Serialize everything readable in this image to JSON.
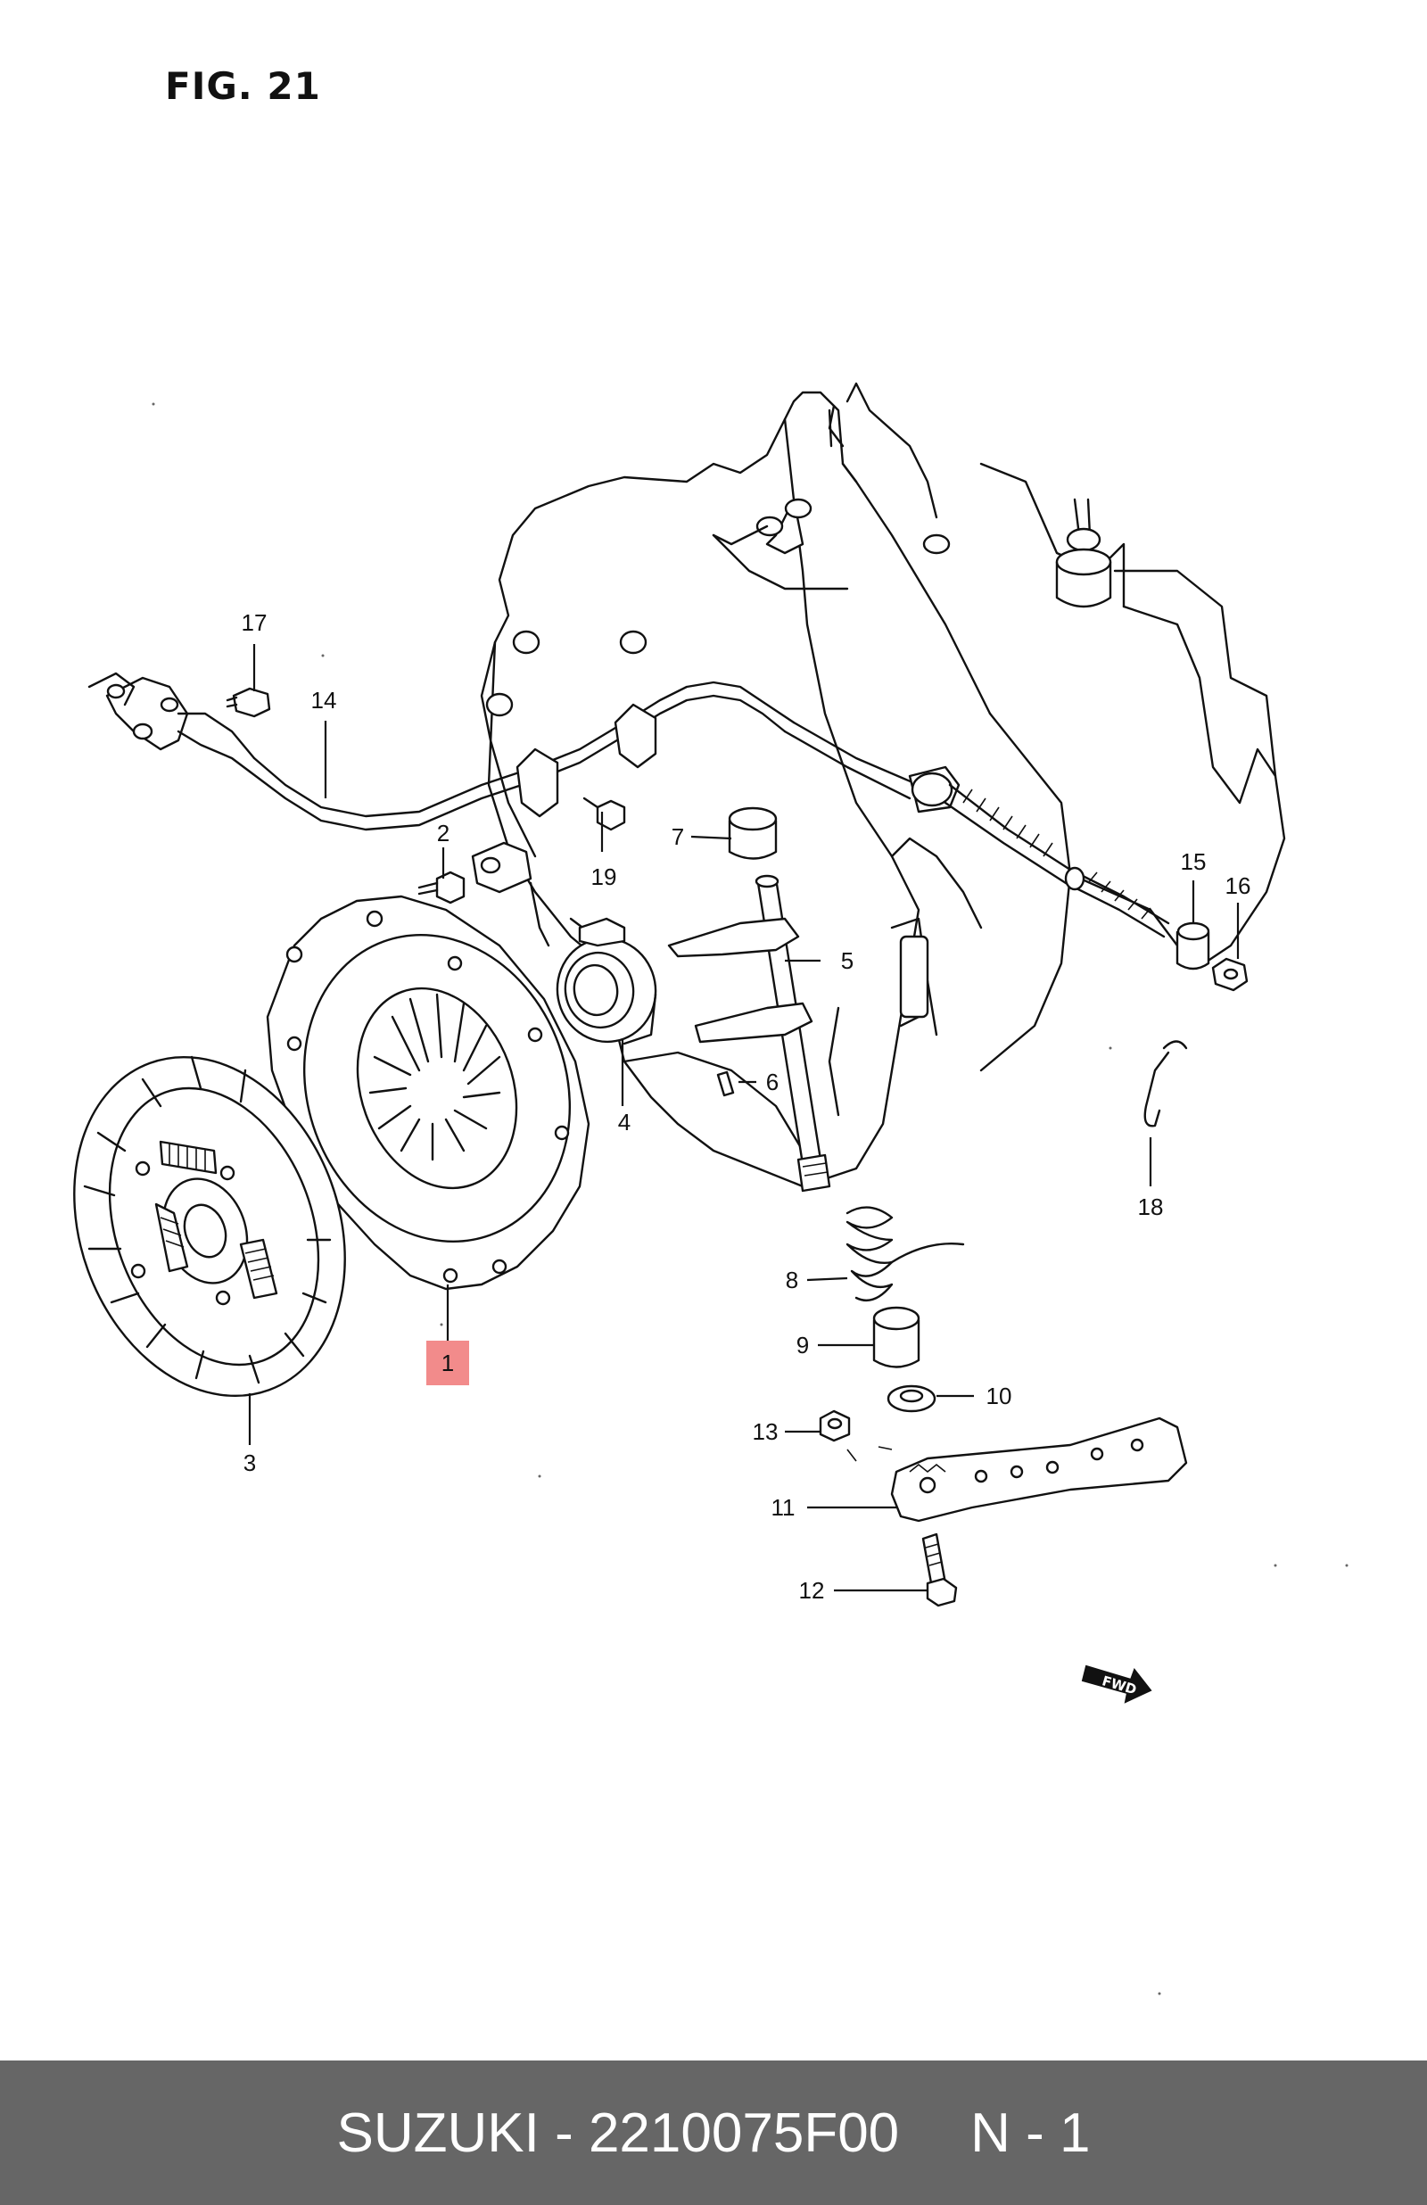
{
  "figure_title": "FIG. 21",
  "callouts": [
    {
      "id": "1",
      "label": "1",
      "highlighted": true
    },
    {
      "id": "2",
      "label": "2"
    },
    {
      "id": "3",
      "label": "3"
    },
    {
      "id": "4",
      "label": "4"
    },
    {
      "id": "5",
      "label": "5"
    },
    {
      "id": "6",
      "label": "6"
    },
    {
      "id": "7",
      "label": "7"
    },
    {
      "id": "8",
      "label": "8"
    },
    {
      "id": "9",
      "label": "9"
    },
    {
      "id": "10",
      "label": "10"
    },
    {
      "id": "11",
      "label": "11"
    },
    {
      "id": "12",
      "label": "12"
    },
    {
      "id": "13",
      "label": "13"
    },
    {
      "id": "14",
      "label": "14"
    },
    {
      "id": "15",
      "label": "15"
    },
    {
      "id": "16",
      "label": "16"
    },
    {
      "id": "17",
      "label": "17"
    },
    {
      "id": "18",
      "label": "18"
    },
    {
      "id": "19",
      "label": "19"
    }
  ],
  "fwd_label": "FWD",
  "highlight_color": "#f28b8b",
  "footer": {
    "brand": "SUZUKI",
    "separator": "-",
    "part_number": "2210075F00",
    "quantity": "N - 1"
  }
}
